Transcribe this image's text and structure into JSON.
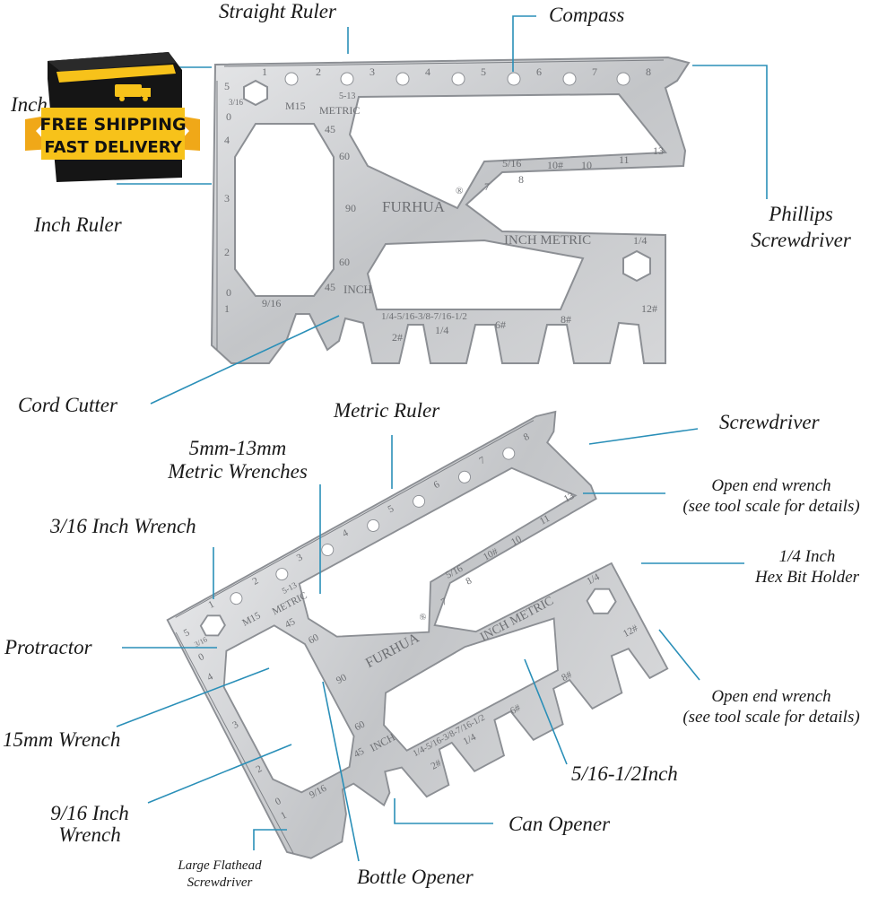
{
  "labels": {
    "straight_ruler": "Straight Ruler",
    "compass": "Compass",
    "inch_top": "Inch",
    "inch_ruler": "Inch Ruler",
    "phillips_1": "Phillips",
    "phillips_2": "Screwdriver",
    "cord_cutter": "Cord Cutter",
    "metric_ruler": "Metric Ruler",
    "screwdriver": "Screwdriver",
    "metric_wrenches_1": "5mm-13mm",
    "metric_wrenches_2": "Metric Wrenches",
    "open_end_1a": "Open end wrench",
    "open_end_1b": "(see tool scale for details)",
    "inch_wrench_316": "3/16 Inch Wrench",
    "hex_holder_1": "1/4 Inch",
    "hex_holder_2": "Hex Bit Holder",
    "protractor": "Protractor",
    "wrench_15mm": "15mm Wrench",
    "open_end_2a": "Open end wrench",
    "open_end_2b": "(see tool scale for details)",
    "inch_range": "5/16-1/2Inch",
    "inch_wrench_916_1": "9/16 Inch",
    "inch_wrench_916_2": "Wrench",
    "can_opener": "Can Opener",
    "flathead_1": "Large Flathead",
    "flathead_2": "Screwdriver",
    "bottle_opener": "Bottle Opener"
  },
  "badge": {
    "line1": "FREE SHIPPING",
    "line2": "FAST DELIVERY",
    "colors": {
      "box": "#151515",
      "ribbon": "#f7c21a",
      "text": "#111111"
    }
  },
  "engraving": {
    "brand": "FURHUA",
    "registered": "®",
    "inch_metric": "INCH METRIC",
    "metric": "METRIC",
    "metric_range": "5-13",
    "m15": "M15",
    "inch": "INCH",
    "inch_sizes": "1/4-5/16-3/8-7/16-1/2",
    "size_316": "3/16",
    "size_916": "9/16",
    "size_14": "1/4",
    "size_516": "5/16",
    "size_10n": "10#",
    "size_12n": "12#",
    "size_8n": "8#",
    "size_6n": "6#",
    "size_2n": "2#",
    "size_14b": "1/4",
    "metric_sizes": [
      "7",
      "8",
      "10",
      "11",
      "13"
    ],
    "ruler_top": [
      "1",
      "2",
      "3",
      "4",
      "5",
      "6",
      "7",
      "8"
    ],
    "ruler_side": [
      "5",
      "4",
      "3",
      "2",
      "1"
    ],
    "angles": [
      "0",
      "45",
      "60",
      "90",
      "60",
      "45",
      "0"
    ]
  },
  "colors": {
    "leader": "#2a8fb8",
    "steel": "#c9cbce",
    "steel_edge": "#8c8f94"
  }
}
